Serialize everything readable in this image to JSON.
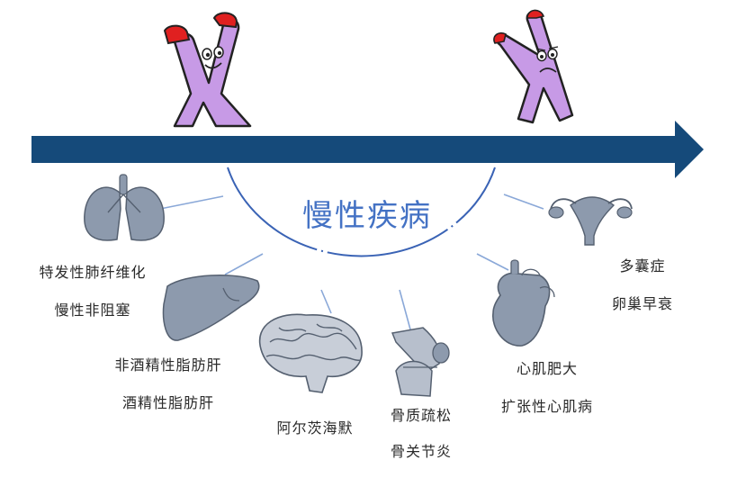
{
  "diagram": {
    "center_title": "慢性疾病",
    "organs": [
      {
        "id": "lung",
        "icon": "lungs-icon",
        "lines": [
          "特发性肺纤维化",
          "慢性非阻塞"
        ]
      },
      {
        "id": "liver",
        "icon": "liver-icon",
        "lines": [
          "非酒精性脂肪肝",
          "酒精性脂肪肝"
        ]
      },
      {
        "id": "brain",
        "icon": "brain-icon",
        "lines": [
          "阿尔茨海默"
        ]
      },
      {
        "id": "knee",
        "icon": "knee-joint-icon",
        "lines": [
          "骨质疏松",
          "骨关节炎"
        ]
      },
      {
        "id": "heart",
        "icon": "heart-icon",
        "lines": [
          "心肌肥大",
          "扩张性心肌病"
        ]
      },
      {
        "id": "uterus",
        "icon": "uterus-icon",
        "lines": [
          "多囊症",
          "卵巢早衰"
        ]
      }
    ],
    "colors": {
      "arrow": "#154a7a",
      "arc": "#3a63b5",
      "title": "#4472c4",
      "chromosome": "#c79ae6",
      "telomere": "#e02020",
      "organ": "#8d9aad"
    }
  }
}
